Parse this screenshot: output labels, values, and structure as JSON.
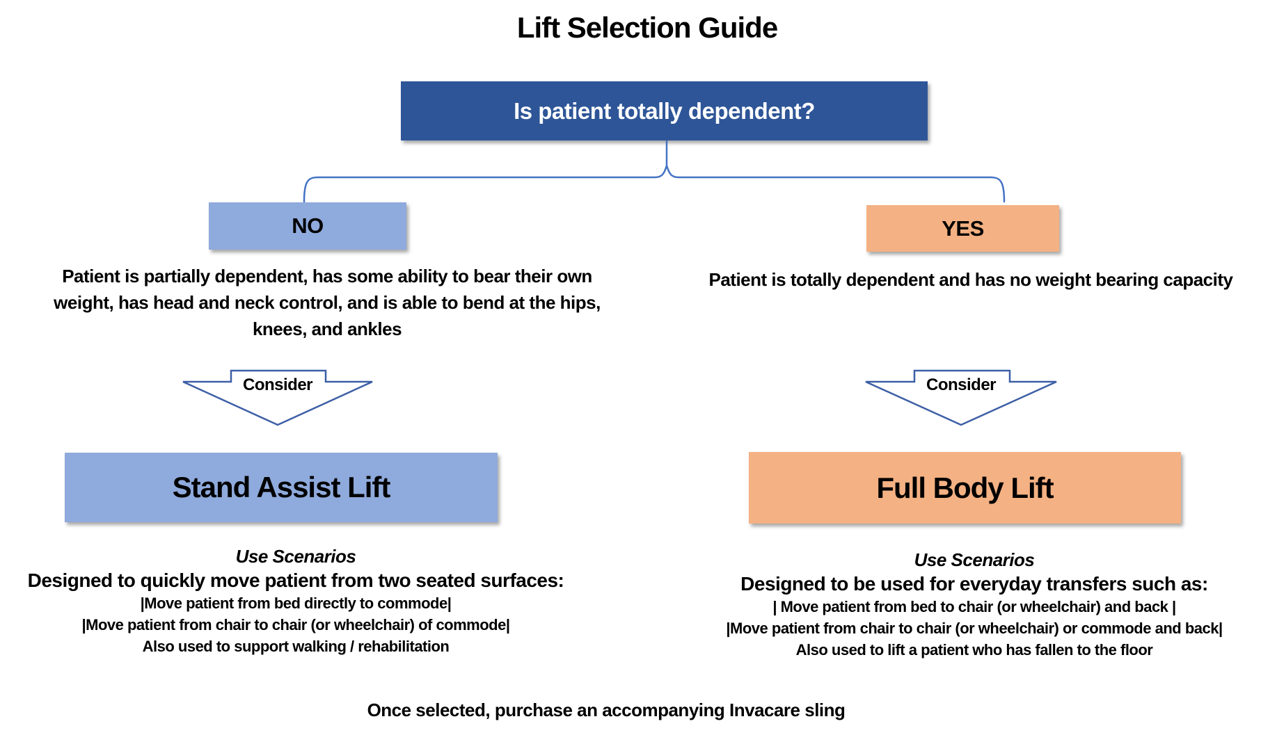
{
  "title": "Lift Selection Guide",
  "decision": {
    "question": "Is patient totally dependent?",
    "branches": {
      "no": {
        "label": "NO",
        "description": "Patient is partially dependent, has some ability to bear their own weight, has head and neck control, and is able to bend at the hips, knees, and ankles",
        "consider_label": "Consider",
        "recommendation": "Stand Assist Lift",
        "use_scenarios": {
          "heading": "Use Scenarios",
          "intro": "Designed to quickly move patient from two seated surfaces:",
          "items": [
            "|Move patient from bed directly to commode|",
            "|Move patient from chair to chair (or wheelchair) of commode|",
            "Also used to support walking / rehabilitation"
          ]
        }
      },
      "yes": {
        "label": "YES",
        "description": "Patient is totally dependent and has no weight bearing capacity",
        "consider_label": "Consider",
        "recommendation": "Full Body Lift",
        "use_scenarios": {
          "heading": "Use Scenarios",
          "intro": "Designed to be used for everyday transfers such as:",
          "items": [
            "| Move patient from bed to chair (or wheelchair) and back |",
            "|Move patient from chair to chair (or wheelchair) or commode and back|",
            "Also used to lift a patient who has fallen to the floor"
          ]
        }
      }
    }
  },
  "footer_note": "Once selected, purchase an accompanying Invacare sling",
  "colors": {
    "question_box": "#2E5597",
    "question_text": "#FFFFFF",
    "no_accent": "#8FAADC",
    "yes_accent": "#F4B183",
    "connector": "#4472C4",
    "arrow_outline": "#3D5FA6",
    "body_text": "#000000"
  }
}
